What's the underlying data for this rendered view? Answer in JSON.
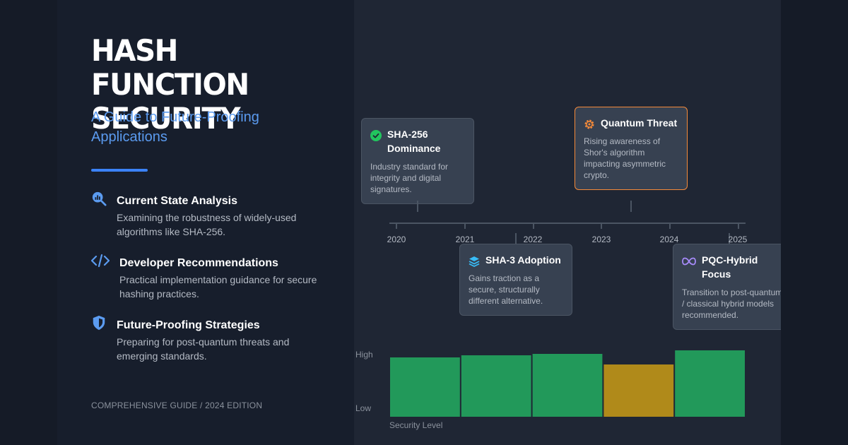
{
  "title_line1": "HASH FUNCTION",
  "title_line2": "SECURITY",
  "subtitle": "A Guide to Future-Proofing Applications",
  "features": [
    {
      "icon": "chart-search-icon",
      "title": "Current State Analysis",
      "desc": "Examining the robustness of widely-used algorithms like SHA-256."
    },
    {
      "icon": "code-icon",
      "title": "Developer Recommendations",
      "desc": "Practical implementation guidance for secure hashing practices."
    },
    {
      "icon": "shield-icon",
      "title": "Future-Proofing Strategies",
      "desc": "Preparing for post-quantum threats and emerging standards."
    }
  ],
  "footer": "COMPREHENSIVE GUIDE / 2024 EDITION",
  "timeline": {
    "years": [
      "2020",
      "2021",
      "2022",
      "2023",
      "2024",
      "2025"
    ],
    "events": [
      {
        "icon": "check-circle-icon",
        "title": "SHA-256 Dominance",
        "desc": "Industry standard for integrity and digital signatures."
      },
      {
        "icon": "layers-icon",
        "title": "SHA-3 Adoption",
        "desc": "Gains traction as a secure, structurally different alternative."
      },
      {
        "icon": "gear-icon",
        "title": "Quantum Threat",
        "desc": "Rising awareness of Shor's algorithm impacting asymmetric crypto."
      },
      {
        "icon": "infinity-icon",
        "title": "PQC-Hybrid Focus",
        "desc": "Transition to post-quantum / classical hybrid models recommended."
      }
    ]
  },
  "colors": {
    "accent": "#3b82f6",
    "secure": "#22995a",
    "warning": "#b08a1a",
    "quantum": "#f58a3a",
    "pqc": "#a78bfa"
  },
  "chart_data": {
    "type": "bar",
    "values": [
      0.84,
      0.87,
      0.89,
      0.74,
      0.94
    ],
    "colors": [
      "#22995a",
      "#22995a",
      "#22995a",
      "#b08a1a",
      "#22995a"
    ],
    "ylim": [
      0,
      1
    ],
    "ytick_labels": [
      "Low",
      "High"
    ],
    "xlabel": "Security Level"
  }
}
